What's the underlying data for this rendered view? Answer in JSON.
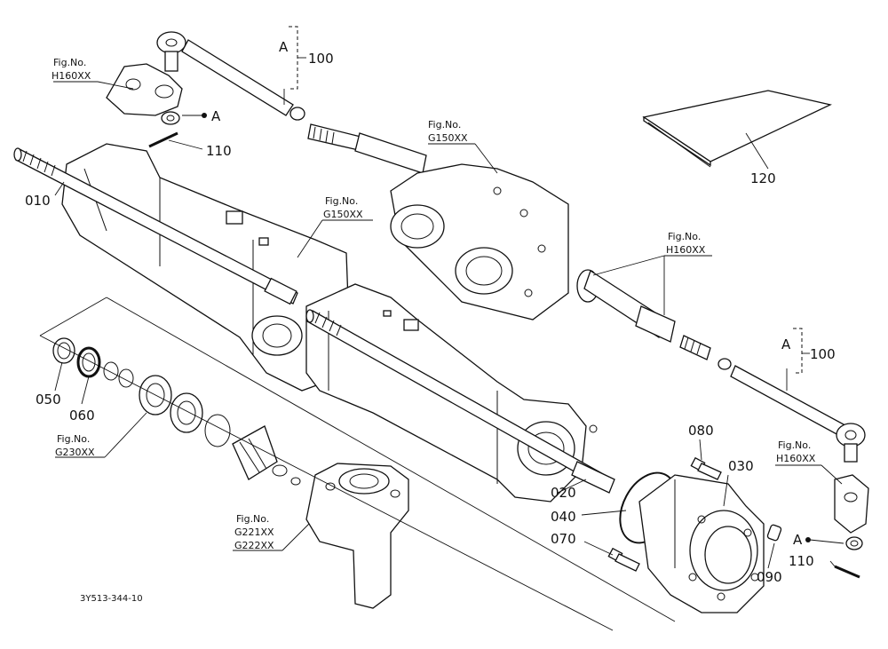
{
  "drawing_code": "3Y513-344-10",
  "marker_a": "A",
  "part_labels": {
    "p010": "010",
    "p020": "020",
    "p030": "030",
    "p040": "040",
    "p050": "050",
    "p060": "060",
    "p070": "070",
    "p080": "080",
    "p090": "090",
    "p100": "100",
    "p110": "110",
    "p120": "120"
  },
  "figure_refs": {
    "fig_prefix": "Fig.No.",
    "h160": "H160XX",
    "g150": "G150XX",
    "g230": "G230XX",
    "g221": "G221XX",
    "g222": "G222XX"
  }
}
